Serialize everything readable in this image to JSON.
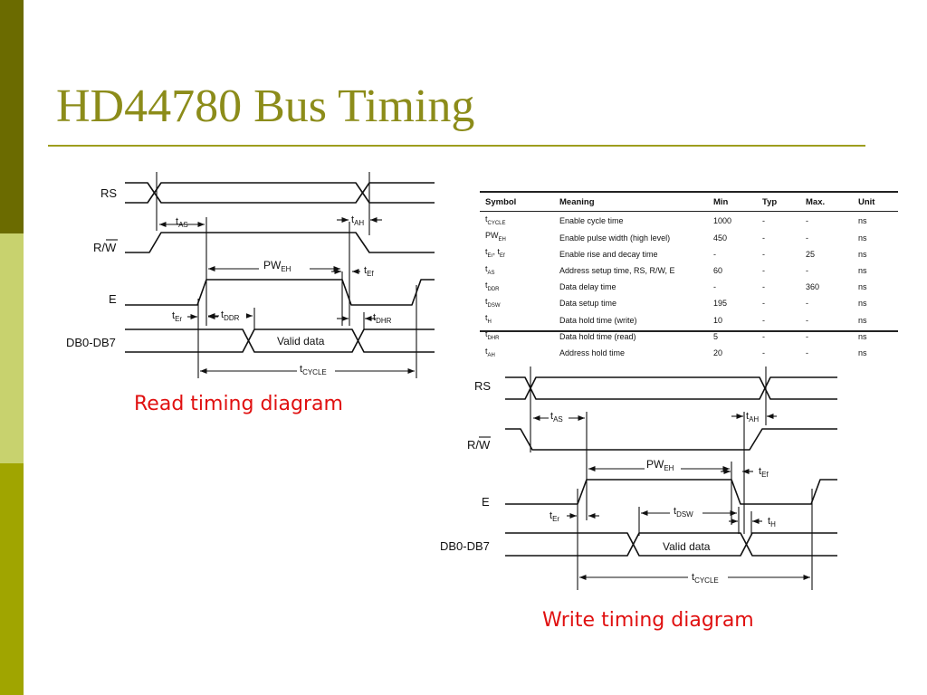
{
  "slide": {
    "title": "HD44780 Bus Timing",
    "read_caption": "Read timing diagram",
    "write_caption": "Write timing diagram",
    "colors": {
      "title": "#8c8c1a",
      "rule": "#9e9e1e",
      "caption": "#e01010",
      "sidebar": [
        "#6b6b00",
        "#c8d26e",
        "#a0a500"
      ]
    }
  },
  "read_diagram": {
    "signals": {
      "rs": "RS",
      "rw": "R/W",
      "e": "E",
      "db": "DB0-DB7"
    },
    "data_label": "Valid data",
    "params": {
      "tas": "AS",
      "tah": "AH",
      "pweh": "EH",
      "tef": "Ef",
      "ter": "Er",
      "tddr": "DDR",
      "tdhr": "DHR",
      "tcycle": "CYCLE"
    }
  },
  "write_diagram": {
    "signals": {
      "rs": "RS",
      "rw": "R/W",
      "e": "E",
      "db": "DB0-DB7"
    },
    "data_label": "Valid data",
    "params": {
      "tas": "AS",
      "tah": "AH",
      "pweh": "EH",
      "tef": "Ef",
      "ter": "Er",
      "tdsw": "DSW",
      "th": "H",
      "tcycle": "CYCLE"
    }
  },
  "timing_table": {
    "headers": [
      "Symbol",
      "Meaning",
      "Min",
      "Typ",
      "Max.",
      "Unit"
    ],
    "rows": [
      {
        "sym": "t",
        "sub": "CYCLE",
        "meaning": "Enable cycle time",
        "min": "1000",
        "typ": "-",
        "max": "-",
        "unit": "ns"
      },
      {
        "sym": "PW",
        "sub": "EH",
        "meaning": "Enable pulse width (high level)",
        "min": "450",
        "typ": "-",
        "max": "-",
        "unit": "ns"
      },
      {
        "sym": "t",
        "sub": "Er",
        "sym2": ", t",
        "sub2": "Ef",
        "meaning": "Enable rise and decay time",
        "min": "-",
        "typ": "-",
        "max": "25",
        "unit": "ns"
      },
      {
        "sym": "t",
        "sub": "AS",
        "meaning": "Address setup time, RS, R/W, E",
        "min": "60",
        "typ": "-",
        "max": "-",
        "unit": "ns"
      },
      {
        "sym": "t",
        "sub": "DDR",
        "meaning": "Data delay time",
        "min": "-",
        "typ": "-",
        "max": "360",
        "unit": "ns"
      },
      {
        "sym": "t",
        "sub": "DSW",
        "meaning": "Data setup time",
        "min": "195",
        "typ": "-",
        "max": "-",
        "unit": "ns"
      },
      {
        "sym": "t",
        "sub": "H",
        "meaning": "Data hold time (write)",
        "min": "10",
        "typ": "-",
        "max": "-",
        "unit": "ns"
      },
      {
        "sym": "t",
        "sub": "DHR",
        "meaning": "Data hold time (read)",
        "min": "5",
        "typ": "-",
        "max": "-",
        "unit": "ns"
      },
      {
        "sym": "t",
        "sub": "AH",
        "meaning": "Address hold time",
        "min": "20",
        "typ": "-",
        "max": "-",
        "unit": "ns"
      }
    ]
  }
}
